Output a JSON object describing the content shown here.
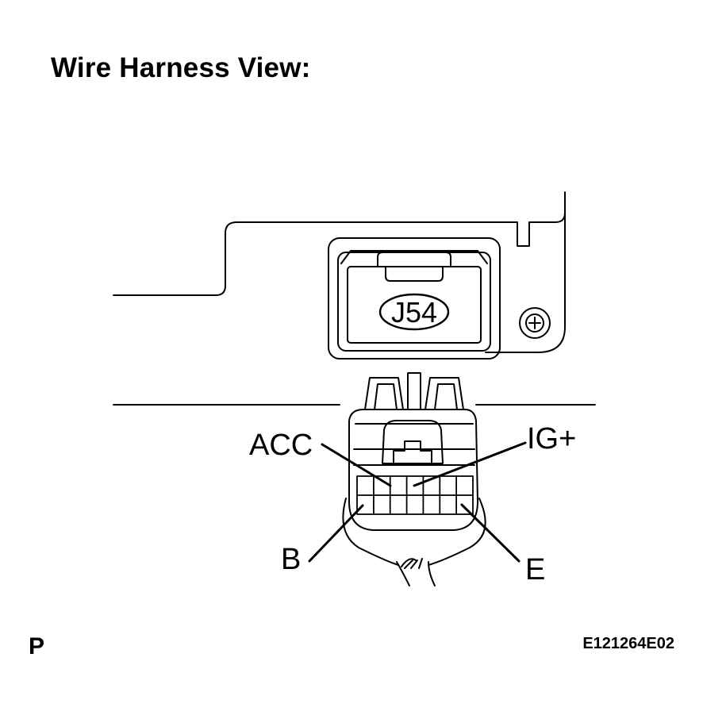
{
  "title": "Wire Harness View:",
  "connector_id": "J54",
  "pins": {
    "acc": "ACC",
    "ig_plus": "IG+",
    "b": "B",
    "e": "E"
  },
  "footer": {
    "left": "P",
    "right": "E121264E02"
  }
}
